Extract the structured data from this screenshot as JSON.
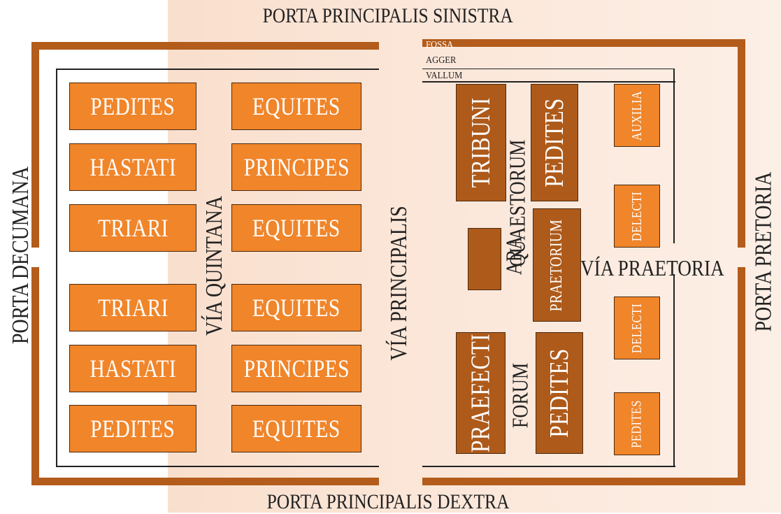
{
  "gates": {
    "top": "PORTA PRINCIPALIS SINISTRA",
    "bottom": "PORTA PRINCIPALIS DEXTRA",
    "left": "PORTA DECUMANA",
    "right": "PORTA PRETORIA"
  },
  "defences": {
    "fossa": "FOSSA",
    "agger": "AGGER",
    "vallum": "VALLUM"
  },
  "streets": {
    "quintana": "VÍA QUINTANA",
    "principalis": "VÍA PRINCIPALIS",
    "praetoria": "VÍA PRAETORIA"
  },
  "left_units": {
    "col1": [
      "PEDITES",
      "HASTATI",
      "TRIARI",
      "TRIARI",
      "HASTATI",
      "PEDITES"
    ],
    "col2": [
      "EQUITES",
      "PRINCIPES",
      "EQUITES",
      "EQUITES",
      "PRINCIPES",
      "EQUITES"
    ]
  },
  "right_units": {
    "tribuni": "TRIBUNI",
    "pedites_top": "PEDITES",
    "quaestorum": "QUAESTORUM",
    "ara": "ARA",
    "praetorium": "PRAETORIUM",
    "praefecti": "PRAEFECTI",
    "forum": "FORUM",
    "pedites_bottom": "PEDITES",
    "auxilia": "AUXILIA",
    "delecti_1": "DELECTI",
    "delecti_2": "DELECTI",
    "pedites_small": "PEDITES"
  },
  "colors": {
    "wall": "#b35c1b",
    "unit_orange": "#f0852a",
    "unit_brown": "#ae5a1a",
    "tint": "#fbe6d8"
  }
}
